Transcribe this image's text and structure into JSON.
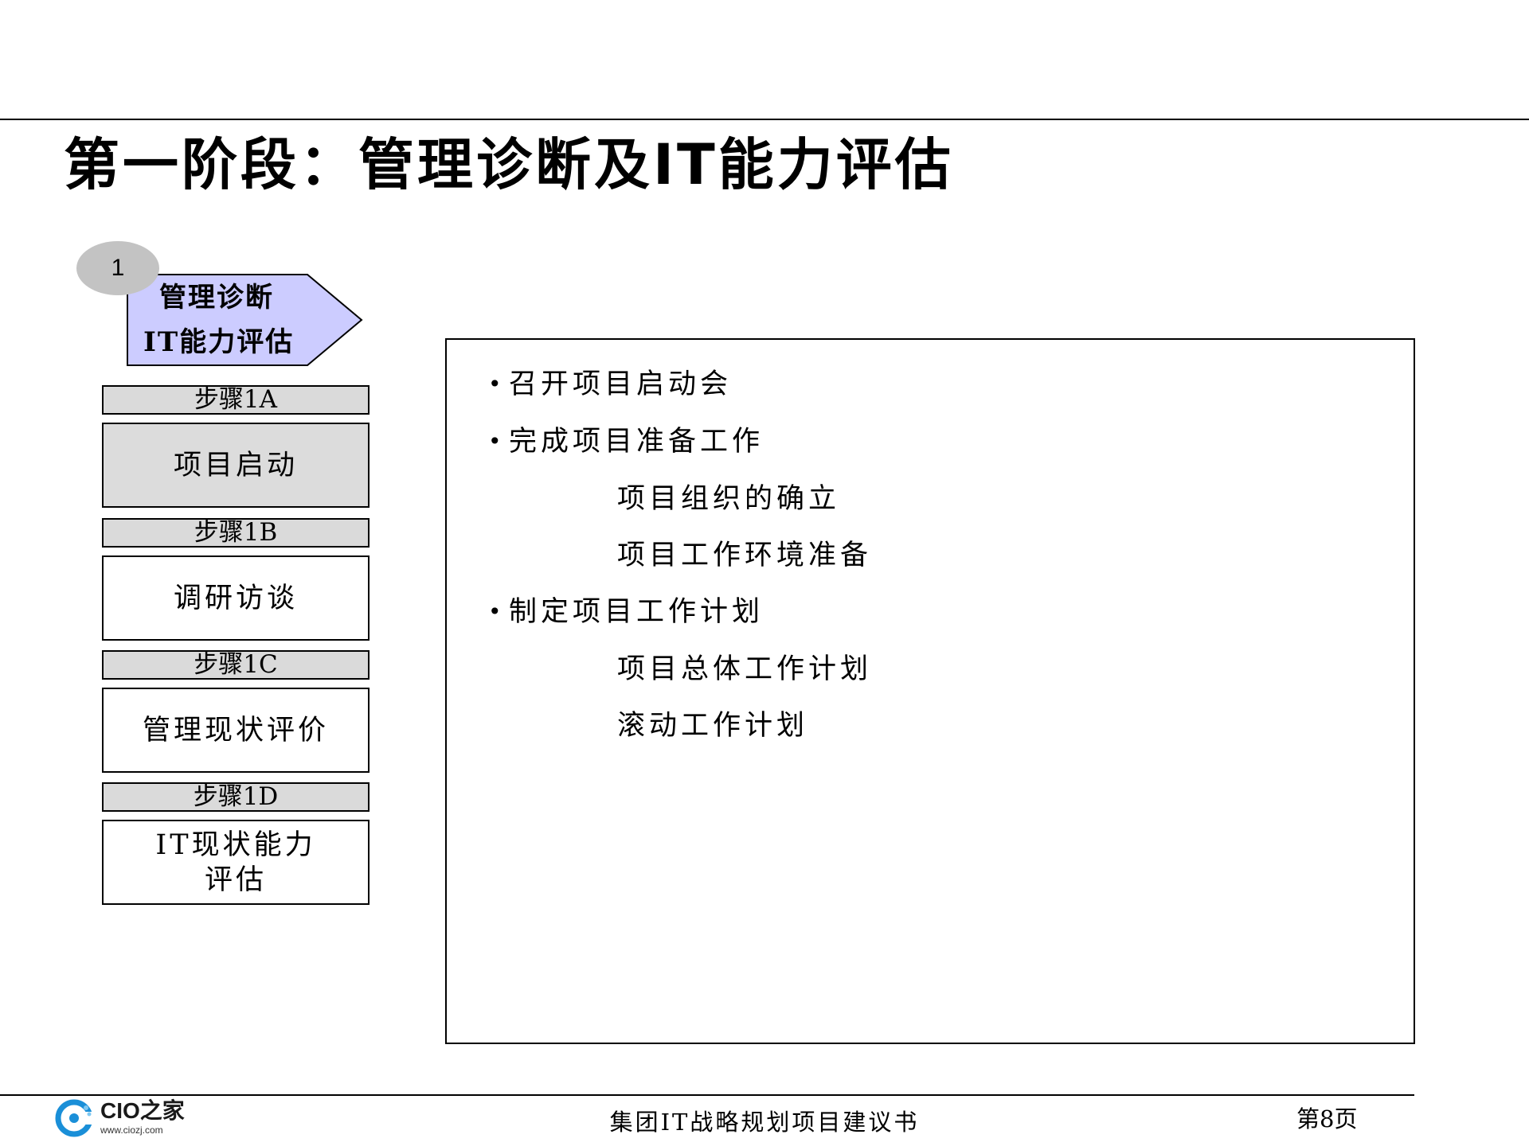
{
  "page_title": "第一阶段：管理诊断及IT能力评估",
  "phase": {
    "number": "1",
    "label_line1": "管理诊断",
    "label_line2": "IT能力评估",
    "fill_color": "#ccccff"
  },
  "steps": [
    {
      "tab": "步骤1A",
      "name": "项目启动",
      "active": true
    },
    {
      "tab": "步骤1B",
      "name": "调研访谈",
      "active": false
    },
    {
      "tab": "步骤1C",
      "name": "管理现状评价",
      "active": false
    },
    {
      "tab": "步骤1D",
      "name": "IT现状能力\n评估",
      "active": false
    }
  ],
  "content": {
    "items": [
      {
        "text": "召开项目启动会",
        "bullet": true
      },
      {
        "text": "完成项目准备工作",
        "bullet": true
      },
      {
        "text": "项目组织的确立",
        "bullet": false
      },
      {
        "text": "项目工作环境准备",
        "bullet": false
      },
      {
        "text": "制定项目工作计划",
        "bullet": true
      },
      {
        "text": "项目总体工作计划",
        "bullet": false
      },
      {
        "text": "滚动工作计划",
        "bullet": false
      }
    ]
  },
  "footer": {
    "logo_text": "CIO之家",
    "logo_url": "www.ciozj.com",
    "document_title": "集团IT战略规划项目建议书",
    "page_number": "第8页",
    "logo_color": "#1a8fd8"
  }
}
